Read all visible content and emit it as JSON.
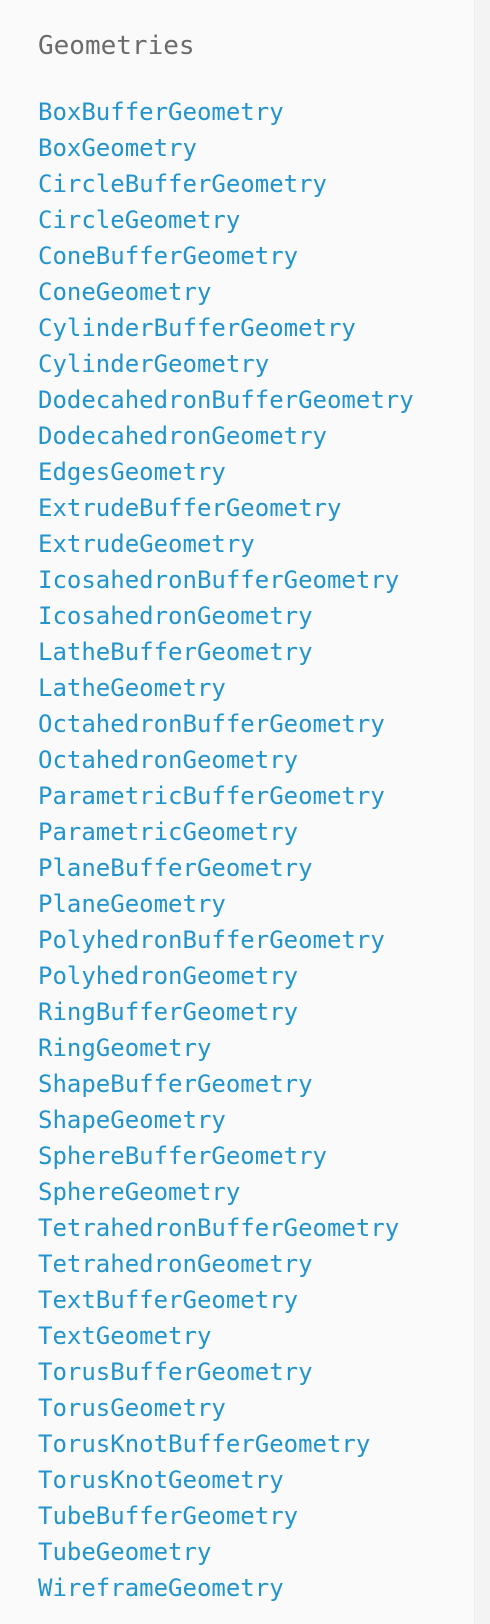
{
  "section": {
    "title": "Geometries"
  },
  "items": [
    "BoxBufferGeometry",
    "BoxGeometry",
    "CircleBufferGeometry",
    "CircleGeometry",
    "ConeBufferGeometry",
    "ConeGeometry",
    "CylinderBufferGeometry",
    "CylinderGeometry",
    "DodecahedronBufferGeometry",
    "DodecahedronGeometry",
    "EdgesGeometry",
    "ExtrudeBufferGeometry",
    "ExtrudeGeometry",
    "IcosahedronBufferGeometry",
    "IcosahedronGeometry",
    "LatheBufferGeometry",
    "LatheGeometry",
    "OctahedronBufferGeometry",
    "OctahedronGeometry",
    "ParametricBufferGeometry",
    "ParametricGeometry",
    "PlaneBufferGeometry",
    "PlaneGeometry",
    "PolyhedronBufferGeometry",
    "PolyhedronGeometry",
    "RingBufferGeometry",
    "RingGeometry",
    "ShapeBufferGeometry",
    "ShapeGeometry",
    "SphereBufferGeometry",
    "SphereGeometry",
    "TetrahedronBufferGeometry",
    "TetrahedronGeometry",
    "TextBufferGeometry",
    "TextGeometry",
    "TorusBufferGeometry",
    "TorusGeometry",
    "TorusKnotBufferGeometry",
    "TorusKnotGeometry",
    "TubeBufferGeometry",
    "TubeGeometry",
    "WireframeGeometry"
  ],
  "colors": {
    "link": "#2194ce",
    "title": "#6b6b6b",
    "background": "#fafafa"
  }
}
